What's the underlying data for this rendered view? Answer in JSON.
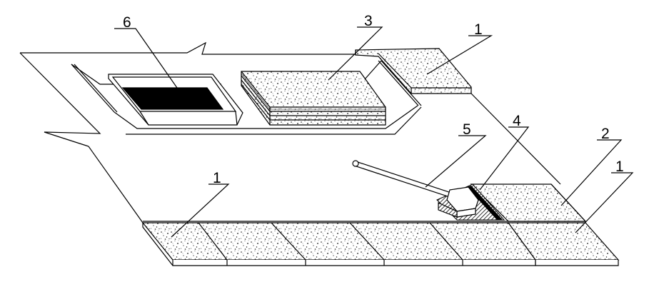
{
  "diagram": {
    "labels": {
      "tile_top": "1",
      "tile_front": "1",
      "tile_right": "1",
      "laid_tile": "2",
      "tile_stack": "3",
      "mortar_layer": "4",
      "trowel": "5",
      "mortar_tray": "6"
    },
    "colors": {
      "ink": "#000000",
      "tile_fill": "#ffffff",
      "speckle": "#1a1a1a",
      "mortar": "#000000"
    }
  }
}
